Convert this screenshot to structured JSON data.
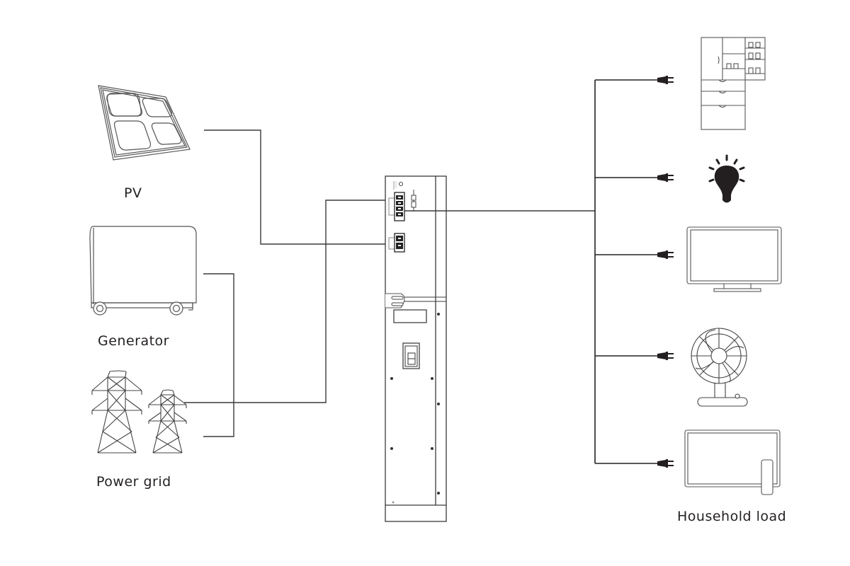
{
  "sources": {
    "pv": {
      "label": "PV",
      "icon": "solar-panel-icon"
    },
    "generator": {
      "label": "Generator",
      "icon": "generator-icon"
    },
    "grid": {
      "label": "Power grid",
      "icon": "power-tower-icon"
    }
  },
  "inverter": {
    "icon": "inverter-cabinet-icon"
  },
  "loads": {
    "label": "Household load",
    "items": [
      {
        "icon": "refrigerator-icon"
      },
      {
        "icon": "light-bulb-icon"
      },
      {
        "icon": "television-icon"
      },
      {
        "icon": "electric-fan-icon"
      },
      {
        "icon": "tablet-display-icon"
      }
    ]
  },
  "colors": {
    "line": "#3a3a3a",
    "text": "#231f20",
    "background": "#ffffff"
  }
}
